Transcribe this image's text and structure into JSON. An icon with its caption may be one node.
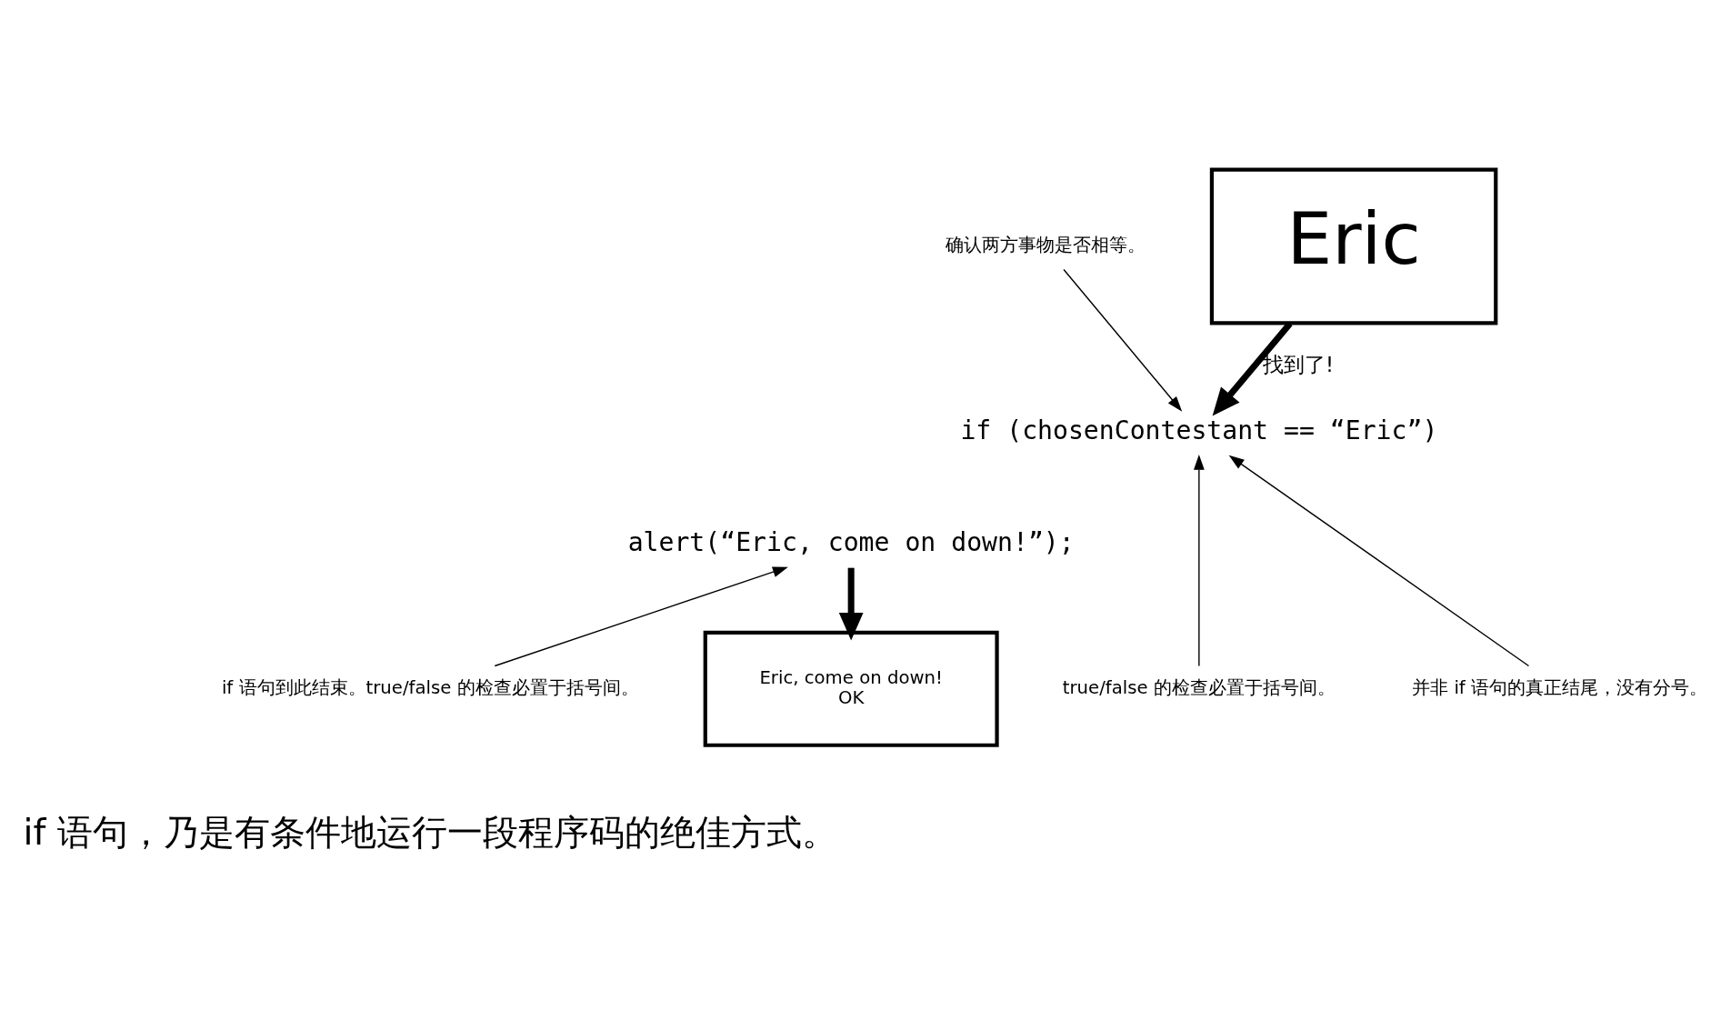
{
  "diagram": {
    "nodes": [
      {
        "text": [
          "确认两方事物是否相等。"
        ]
      },
      {
        "text": [
          "if (chosenContestant == “Eric”)"
        ]
      },
      {
        "text": [
          "alert(“Eric, come on down!”);"
        ]
      },
      {
        "text": [
          "Eric"
        ]
      },
      {
        "text": [
          "true/false 的检查必置于括号间。"
        ]
      },
      {
        "text": [
          "并非 if 语句的真正结尾，没有分号。"
        ]
      },
      {
        "text": [
          "if 语句到此结束。true/false 的检查必置于括号间。"
        ]
      },
      {
        "text": [
          "Eric, come on down!",
          "OK"
        ]
      }
    ],
    "edges": [
      {
        "from": 0,
        "to": 1,
        "arrow": "to"
      },
      {
        "from": 3,
        "to": 1,
        "arrow": "to",
        "label": "找到了!",
        "style": "thick"
      },
      {
        "from": 4,
        "to": 1,
        "arrow": "to"
      },
      {
        "from": 5,
        "to": 1,
        "arrow": "to"
      },
      {
        "from": 6,
        "to": 2,
        "arrow": "to"
      },
      {
        "from": 2,
        "to": 7,
        "arrow": "to",
        "style": "thick"
      }
    ],
    "labels": [
      "if 语句，乃是有条件地运行一段程序码的绝佳方式。"
    ]
  }
}
